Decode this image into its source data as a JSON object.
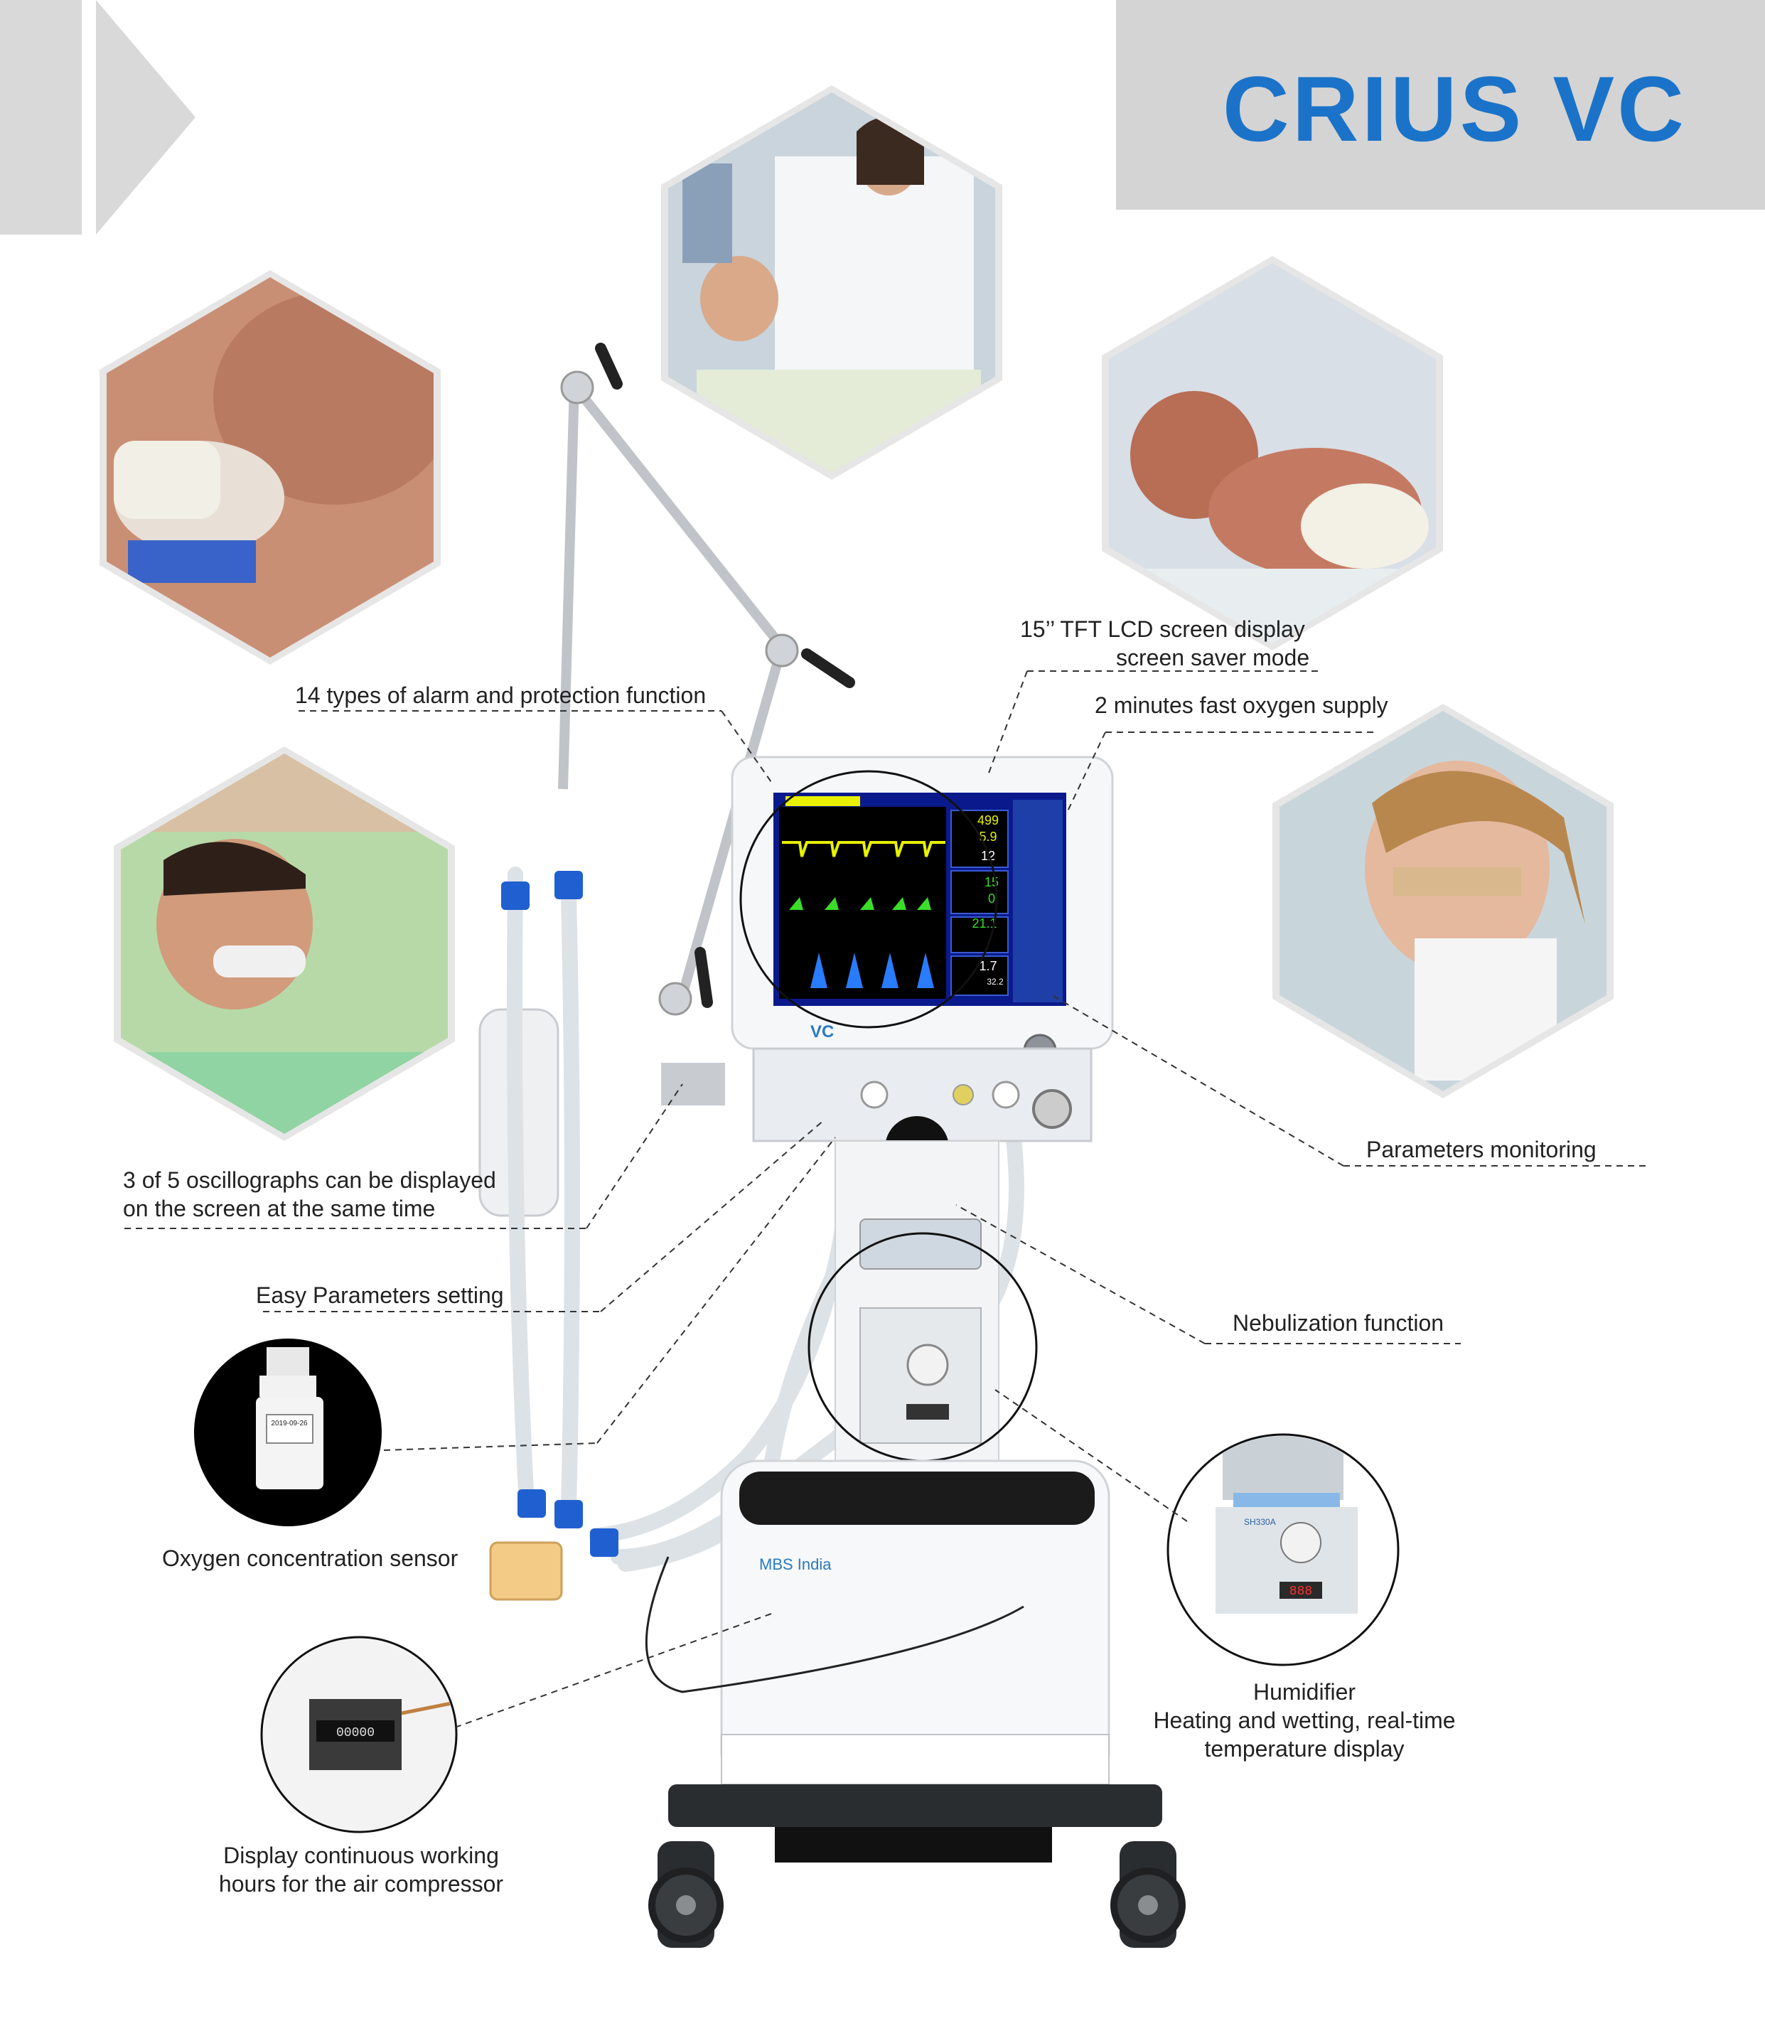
{
  "header": {
    "title": "CRIUS VC"
  },
  "features": {
    "alarm": "14 types of alarm and protection function",
    "screen_line1": "15’’ TFT LCD screen display",
    "screen_line2": "screen saver mode",
    "oxygen_supply": "2 minutes fast oxygen supply",
    "oscillographs_line1": "3 of 5 oscillographs can be displayed",
    "oscillographs_line2": "on the screen at the same time",
    "parameters_monitoring": "Parameters monitoring",
    "easy_setting": "Easy Parameters setting",
    "nebulization": "Nebulization function",
    "oxygen_sensor": "Oxygen concentration  sensor",
    "humidifier_line1": "Humidifier",
    "humidifier_line2": "Heating and wetting, real-time",
    "humidifier_line3": "temperature display",
    "compressor_line1": "Display continuous working",
    "compressor_line2": "hours for the air compressor"
  },
  "device": {
    "brand_label": "MBS India",
    "model_mark": "VC",
    "screen_values": [
      "499",
      "5.9",
      "12",
      "15",
      "0",
      "21.1",
      "1.7",
      "32.2"
    ],
    "sensor_date": "2019-09-26",
    "humidifier_display": "888",
    "humidifier_model": "SH330A",
    "compressor_counter": "00000"
  },
  "colors": {
    "brand_blue": "#1a73c8",
    "header_gray": "#d4d4d4",
    "connector_blue": "#1f5fd0",
    "screen_navy": "#0a1a8c",
    "wave_yellow": "#e8f000",
    "wave_green": "#3bdc2a",
    "wave_blue": "#2a7cff"
  }
}
